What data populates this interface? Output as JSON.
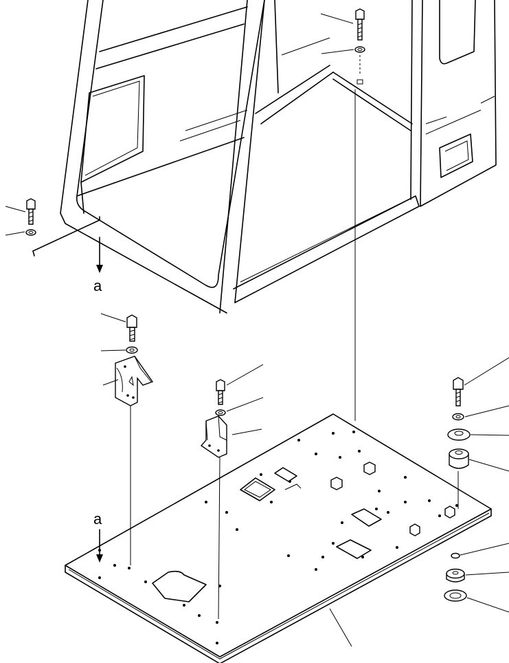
{
  "diagram": {
    "type": "exploded-parts-drawing",
    "labels": {
      "ref_a_upper": "a",
      "ref_a_lower": "a"
    },
    "colors": {
      "ink": "#000000",
      "paper": "#ffffff"
    }
  }
}
